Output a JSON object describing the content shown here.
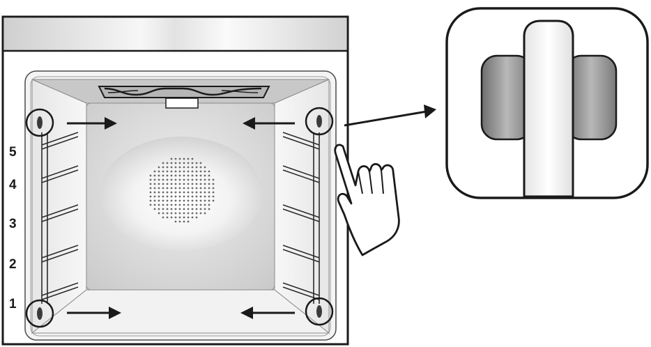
{
  "shelf_levels": [
    "1",
    "2",
    "3",
    "4",
    "5"
  ],
  "colors": {
    "outline": "#1a1a1a",
    "cavity_back": "#d6d6d6",
    "cavity_gradient_light": "#f2f2f2",
    "fan_glow": "#ffffff",
    "clip_shade": "#8a8a8a"
  },
  "icons": [
    "arrow-right-icon",
    "arrow-left-icon",
    "hand-pointer-icon",
    "fixing-clip-icon"
  ]
}
